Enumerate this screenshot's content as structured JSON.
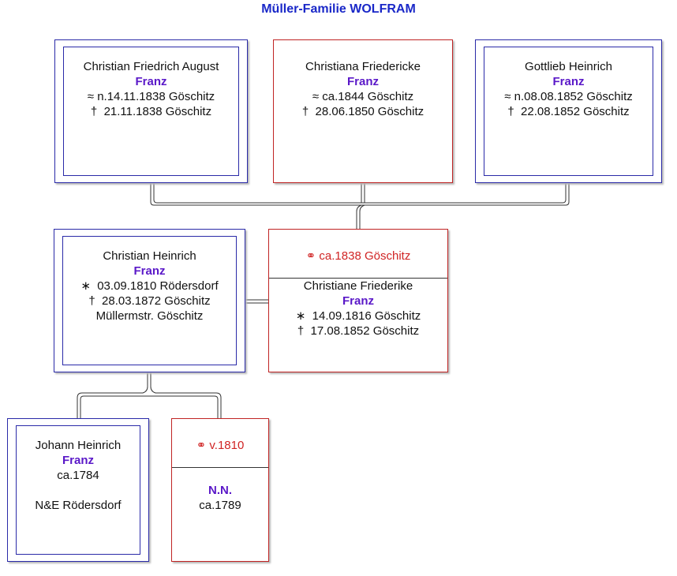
{
  "title": "Müller-Familie WOLFRAM",
  "children": [
    {
      "given": "Christian Friedrich August",
      "surname": "Franz",
      "line1": "≈ n.14.11.1838 Göschitz",
      "line2": "†  21.11.1838 Göschitz"
    },
    {
      "given": "Christiana Friedericke",
      "surname": "Franz",
      "line1": "≈ ca.1844 Göschitz",
      "line2": "†  28.06.1850 Göschitz"
    },
    {
      "given": "Gottlieb Heinrich",
      "surname": "Franz",
      "line1": "≈ n.08.08.1852 Göschitz",
      "line2": "†  22.08.1852 Göschitz"
    }
  ],
  "father": {
    "given": "Christian Heinrich",
    "surname": "Franz",
    "birth": "∗  03.09.1810 Rödersdorf",
    "death": "†  28.03.1872 Göschitz",
    "occupation": "Müllermstr. Göschitz"
  },
  "mother": {
    "marriage": "ca.1838 Göschitz",
    "given": "Christiane Friederike",
    "surname": "Franz",
    "birth": "∗  14.09.1816 Göschitz",
    "death": "†  17.08.1852 Göschitz"
  },
  "grandfather": {
    "given": "Johann Heinrich",
    "surname": "Franz",
    "birth": "ca.1784",
    "note": "N&E Rödersdorf"
  },
  "grandmother": {
    "marriage": "v.1810",
    "surname": "N.N.",
    "birth": "ca.1789"
  },
  "marriage_symbol": "⚭"
}
